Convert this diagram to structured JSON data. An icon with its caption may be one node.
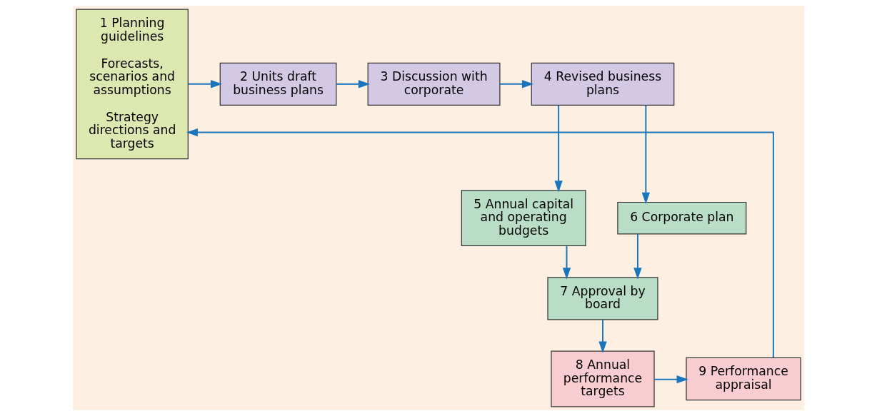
{
  "diagram": {
    "nodes": [
      {
        "text": [
          "1 Planning guidelines",
          "Forecasts, scenarios and assumptions",
          "Strategy directions and targets"
        ]
      },
      {
        "text": [
          "2 Units draft business plans"
        ]
      },
      {
        "text": [
          "3 Discussion with corporate"
        ]
      },
      {
        "text": [
          "4 Revised business plans"
        ]
      },
      {
        "text": [
          "5 Annual capital and operating budgets"
        ]
      },
      {
        "text": [
          "6 Corporate plan"
        ]
      },
      {
        "text": [
          "7 Approval by board"
        ]
      },
      {
        "text": [
          "8 Annual performance targets"
        ]
      },
      {
        "text": [
          "9 Performance appraisal"
        ]
      }
    ],
    "edges": [
      {
        "from": 0,
        "to": 1,
        "arrow": "to"
      },
      {
        "from": 1,
        "to": 2,
        "arrow": "to"
      },
      {
        "from": 2,
        "to": 3,
        "arrow": "to"
      },
      {
        "from": 3,
        "to": 4,
        "arrow": "to"
      },
      {
        "from": 3,
        "to": 5,
        "arrow": "to"
      },
      {
        "from": 5,
        "to": 6,
        "arrow": "to"
      },
      {
        "from": 4,
        "to": 6,
        "arrow": "to"
      },
      {
        "from": 6,
        "to": 7,
        "arrow": "to"
      },
      {
        "from": 7,
        "to": 8,
        "arrow": "to"
      },
      {
        "from": 8,
        "to": 0,
        "arrow": "to"
      }
    ]
  }
}
